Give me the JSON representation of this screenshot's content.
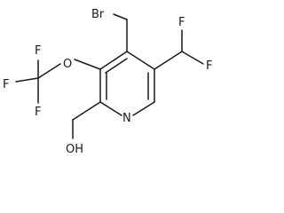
{
  "molecule": {
    "atoms": {
      "br": "Br",
      "f_right_top": "F",
      "f_right_bottom": "F",
      "o_ether": "O",
      "f_cf3_top": "F",
      "f_cf3_left": "F",
      "f_cf3_bottom": "F",
      "n_ring": "N",
      "oh": "OH"
    }
  }
}
